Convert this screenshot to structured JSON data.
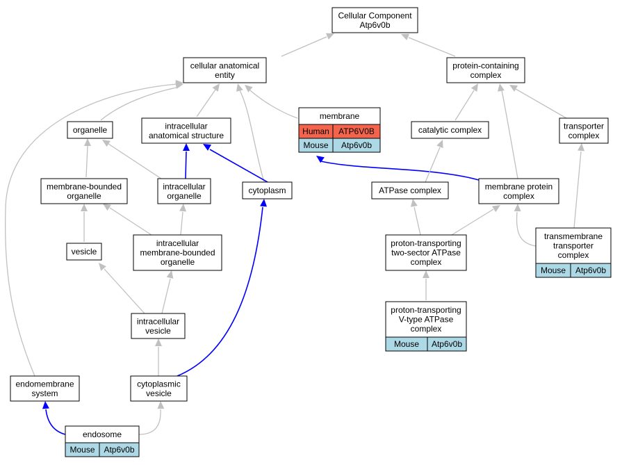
{
  "graph": {
    "nodes": {
      "root": {
        "lines": [
          "Cellular Component",
          "Atp6v0b"
        ]
      },
      "cae": {
        "lines": [
          "cellular anatomical",
          "entity"
        ]
      },
      "pcc": {
        "lines": [
          "protein-containing",
          "complex"
        ]
      },
      "organelle": {
        "lines": [
          "organelle"
        ]
      },
      "ias": {
        "lines": [
          "intracellular",
          "anatomical structure"
        ]
      },
      "membrane": {
        "lines": [
          "membrane"
        ],
        "rows": [
          [
            "Human",
            "ATP6V0B"
          ],
          [
            "Mouse",
            "Atp6v0b"
          ]
        ]
      },
      "catalytic": {
        "lines": [
          "catalytic complex"
        ]
      },
      "transporter": {
        "lines": [
          "transporter",
          "complex"
        ]
      },
      "mbo": {
        "lines": [
          "membrane-bounded",
          "organelle"
        ]
      },
      "io": {
        "lines": [
          "intracellular",
          "organelle"
        ]
      },
      "cytoplasm": {
        "lines": [
          "cytoplasm"
        ]
      },
      "atpase": {
        "lines": [
          "ATPase complex"
        ]
      },
      "mpc": {
        "lines": [
          "membrane protein",
          "complex"
        ]
      },
      "vesicle": {
        "lines": [
          "vesicle"
        ]
      },
      "imbo": {
        "lines": [
          "intracellular",
          "membrane-bounded",
          "organelle"
        ]
      },
      "pt2s": {
        "lines": [
          "proton-transporting",
          "two-sector ATPase",
          "complex"
        ]
      },
      "ttc": {
        "lines": [
          "transmembrane",
          "transporter",
          "complex"
        ],
        "rows": [
          [
            "Mouse",
            "Atp6v0b"
          ]
        ]
      },
      "iv": {
        "lines": [
          "intracellular",
          "vesicle"
        ]
      },
      "ptv": {
        "lines": [
          "proton-transporting",
          "V-type ATPase",
          "complex"
        ],
        "rows": [
          [
            "Mouse",
            "Atp6v0b"
          ]
        ]
      },
      "endomembrane": {
        "lines": [
          "endomembrane",
          "system"
        ]
      },
      "cv": {
        "lines": [
          "cytoplasmic",
          "vesicle"
        ]
      },
      "endosome": {
        "lines": [
          "endosome"
        ],
        "rows": [
          [
            "Mouse",
            "Atp6v0b"
          ]
        ]
      }
    },
    "row_colors": {
      "Human": "#f4644c",
      "Mouse": "#add8e6"
    },
    "edge_colors": {
      "gray": "#c0c0c0",
      "blue": "#0000ff"
    }
  }
}
